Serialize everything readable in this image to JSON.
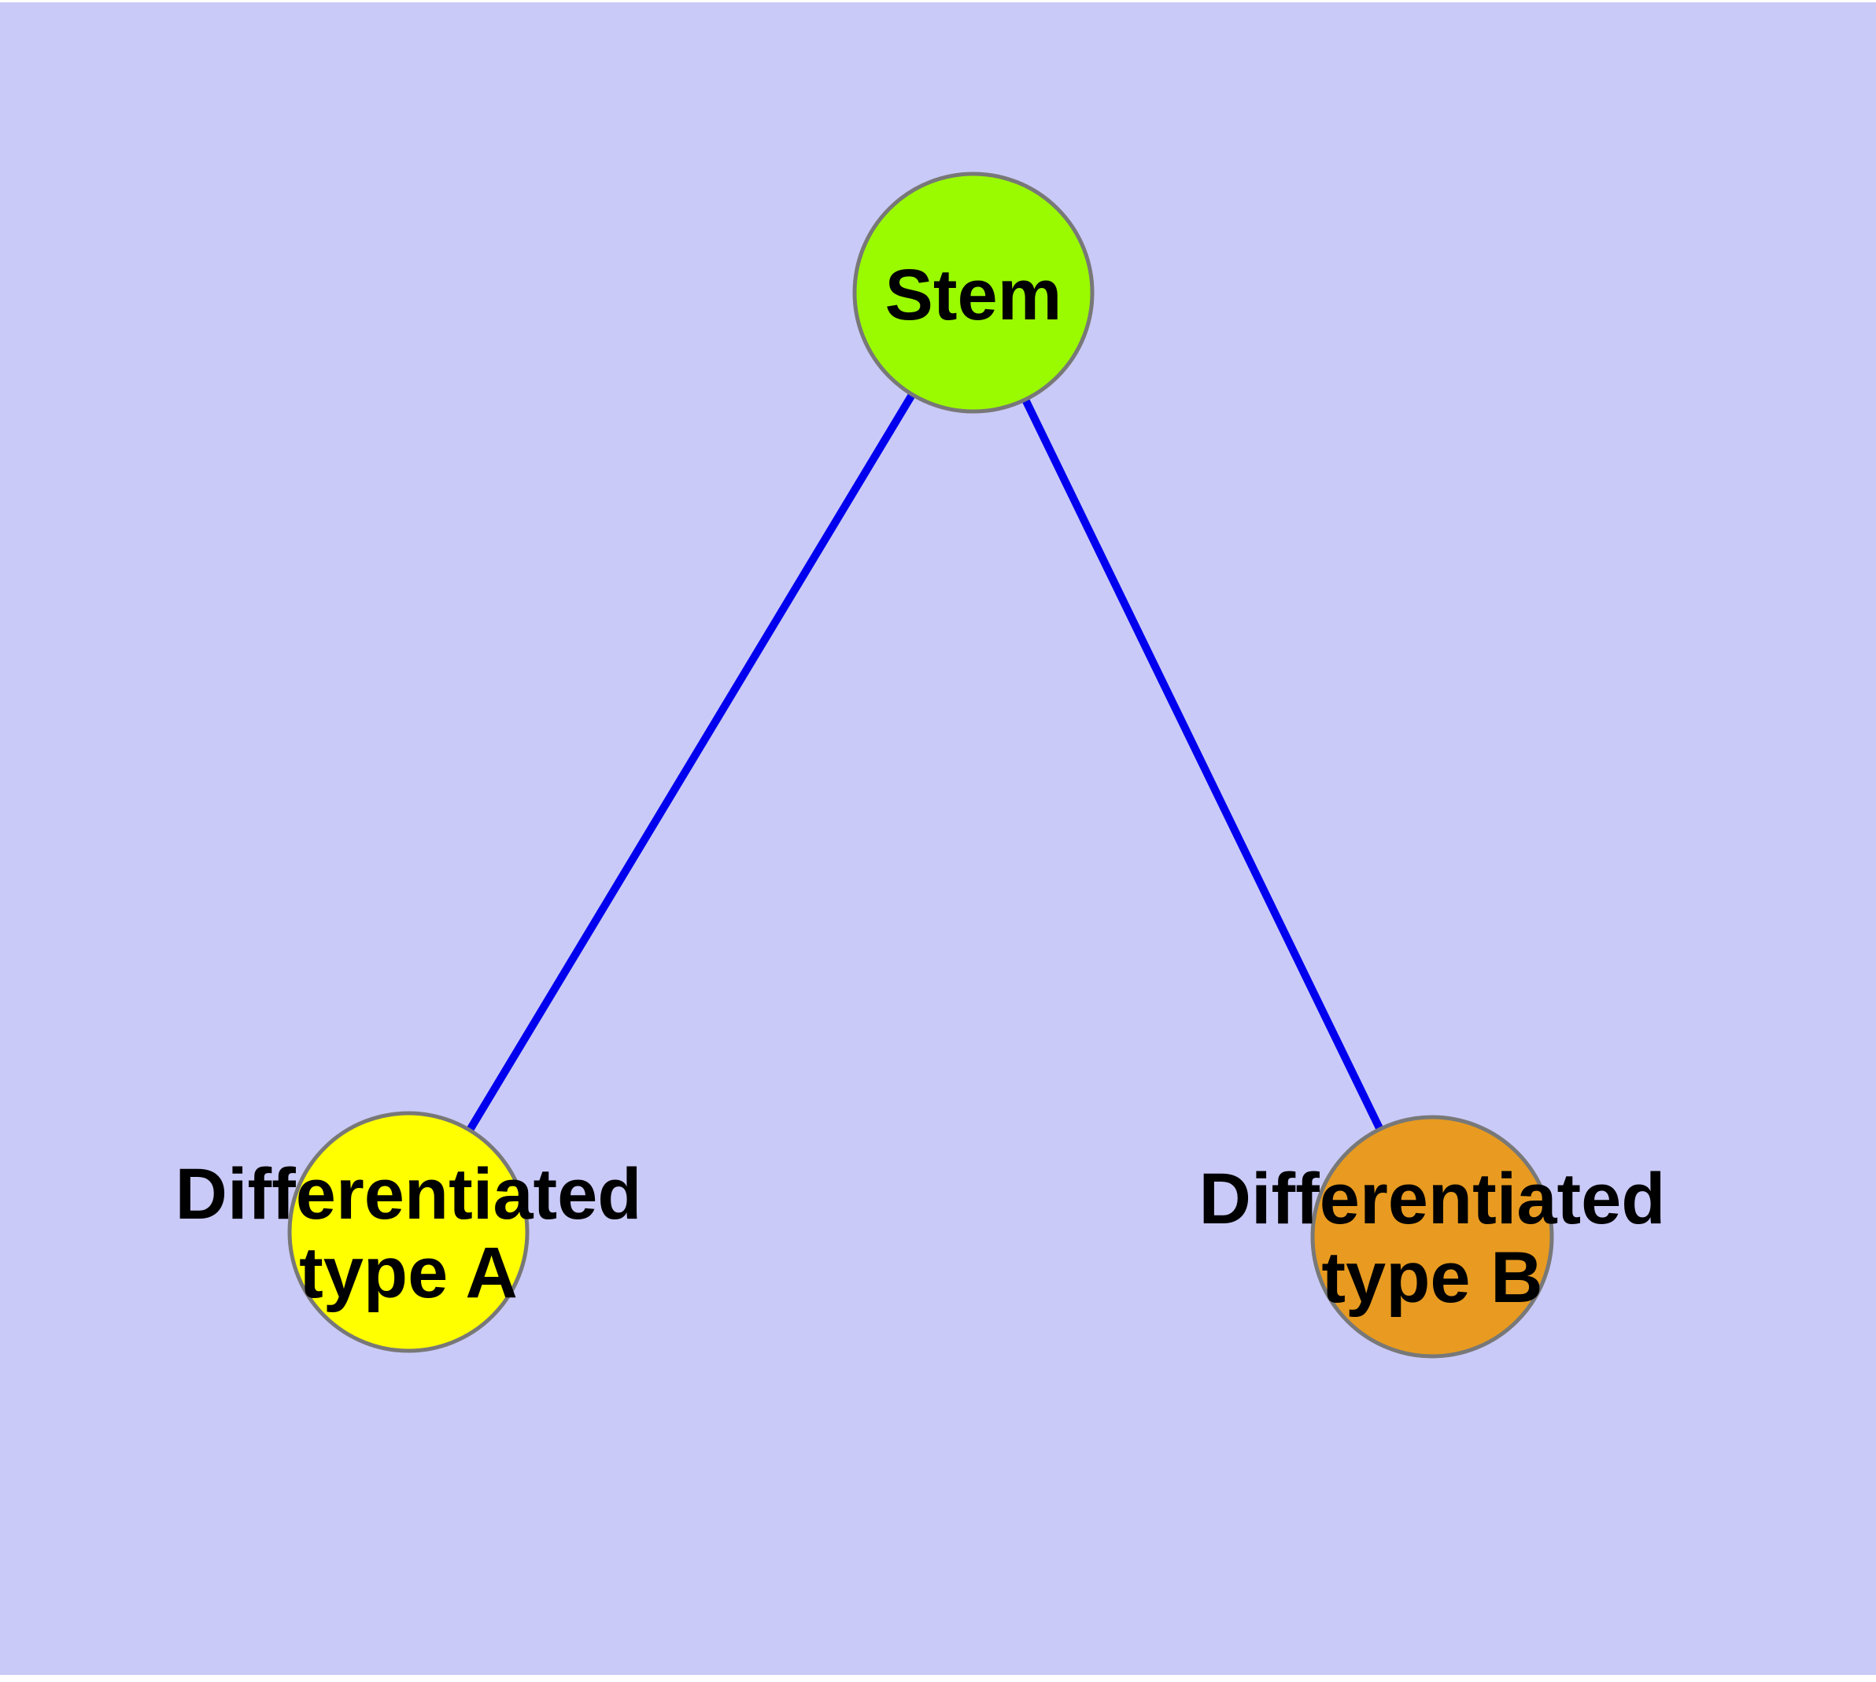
{
  "diagram": {
    "type": "graph",
    "description": "Cell differentiation tree: one stem node branching to two differentiated cell types",
    "nodes": [
      {
        "id": "stem",
        "label": "Stem",
        "color": "#9afa00"
      },
      {
        "id": "type-a",
        "label": "Differentiated\ntype A",
        "color": "#ffff00"
      },
      {
        "id": "type-b",
        "label": "Differentiated\ntype B",
        "color": "#e89b20"
      }
    ],
    "edges": [
      {
        "from": "stem",
        "to": "type-a"
      },
      {
        "from": "stem",
        "to": "type-b"
      }
    ]
  },
  "colors": {
    "background": "#cacaf8",
    "page_margin": "#ffffff",
    "edge": "#0000ee",
    "node_border": "#787878",
    "label_text": "#000000"
  }
}
